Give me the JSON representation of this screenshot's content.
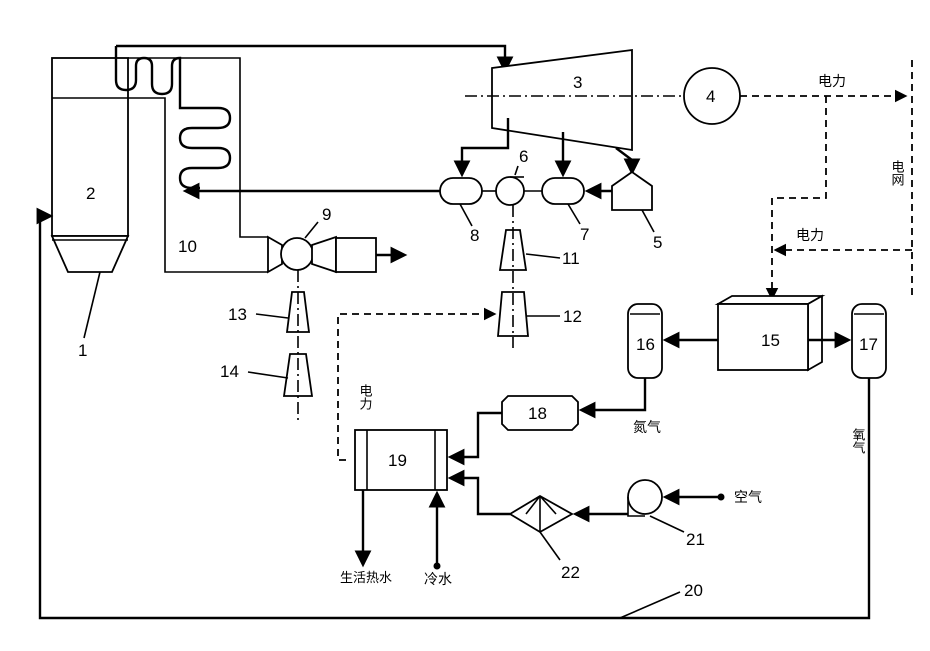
{
  "labels": {
    "n1": "1",
    "n2": "2",
    "n3": "3",
    "n4": "4",
    "n5": "5",
    "n6": "6",
    "n7": "7",
    "n8": "8",
    "n9": "9",
    "n10": "10",
    "n11": "11",
    "n12": "12",
    "n13": "13",
    "n14": "14",
    "n15": "15",
    "n16": "16",
    "n17": "17",
    "n18": "18",
    "n19": "19",
    "n20": "20",
    "n21": "21",
    "n22": "22"
  },
  "text": {
    "power_top": "电力",
    "power_mid": "电力",
    "grid": "电网",
    "power_left": "电力",
    "nitrogen": "氮气",
    "oxygen": "氧气",
    "air": "空气",
    "hot_water": "生活热水",
    "cold_water": "冷水"
  }
}
